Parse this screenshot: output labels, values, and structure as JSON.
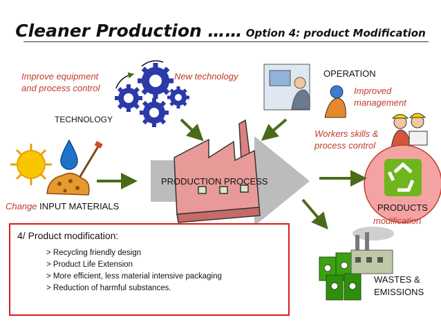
{
  "title": {
    "first": "Cleaner Production ……",
    "second": " Option 4: product Modification"
  },
  "labels": {
    "improve_line1": "Improve equipment",
    "improve_line2": "and process control",
    "new_technology": "New technology",
    "technology": "TECHNOLOGY",
    "operation": "OPERATION",
    "improved_line1": "Improved",
    "improved_line2": "management",
    "workers_line1": "Workers skills &",
    "workers_line2": "process control",
    "process": "PRODUCTION  PROCESS",
    "change": "Change",
    "input_materials": " INPUT MATERIALS",
    "products": "PRODUCTS",
    "modification": "modification",
    "wastes_line1": "WASTES &",
    "wastes_line2": "EMISSIONS"
  },
  "box": {
    "title": "4/ Product modification:",
    "items": [
      "> Recycling friendly design",
      "> Product Life Extension",
      "> More efficient, less material intensive packaging",
      "> Reduction of harmful substances."
    ]
  },
  "colors": {
    "accent_red": "#c0392b",
    "arrow_green": "#4a6b1a",
    "process_arrow": "#b5b5b5",
    "products_fill": "#f4a3a3",
    "recycle_green": "#6fb51e",
    "gear_blue": "#2b3aa8",
    "factory_pink": "#e89a98"
  },
  "icons": [
    "gears-icon",
    "sun-icon",
    "water-drop-icon",
    "ore-shovel-icon",
    "office-worker-icon",
    "engineers-icon",
    "factory-icon",
    "recycle-icon",
    "toxic-barrels-icon",
    "industry-smokestack-icon"
  ]
}
